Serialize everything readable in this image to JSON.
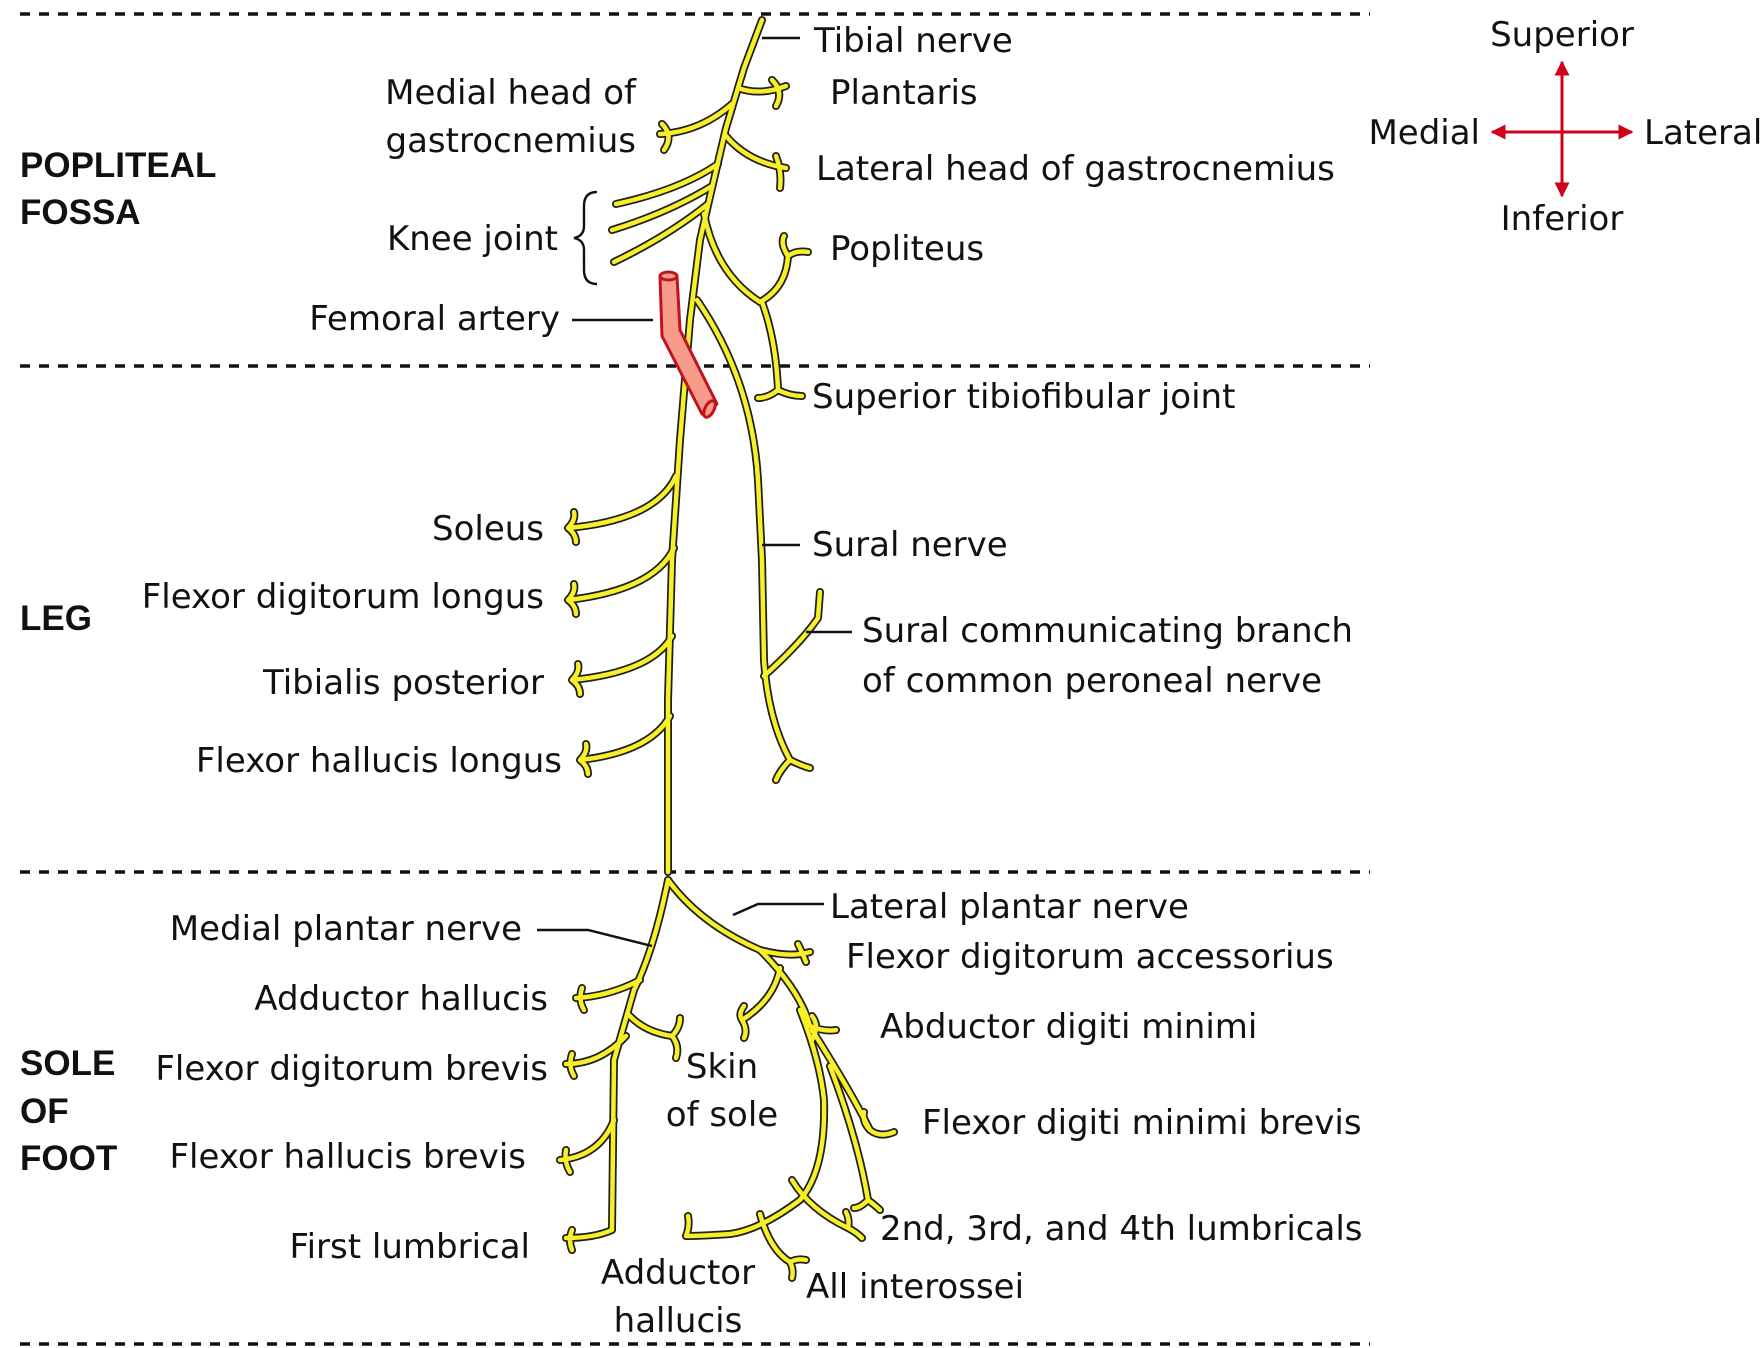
{
  "colors": {
    "nerve": "#f7ef27",
    "nerve_outline": "#1f1f1f",
    "artery": "#f79c8a",
    "artery_outline": "#c1121f",
    "compass": "#d0021b"
  },
  "sections": {
    "popliteal_1": "POPLITEAL",
    "popliteal_2": "FOSSA",
    "leg": "LEG",
    "sole_1": "SOLE",
    "sole_2": "OF",
    "sole_3": "FOOT"
  },
  "compass": {
    "superior": "Superior",
    "inferior": "Inferior",
    "medial": "Medial",
    "lateral": "Lateral"
  },
  "labels": {
    "tibial_nerve": "Tibial nerve",
    "plantaris": "Plantaris",
    "medial_head_1": "Medial head of",
    "medial_head_2": "gastrocnemius",
    "lateral_head": "Lateral head of gastrocnemius",
    "knee_joint": "Knee joint",
    "popliteus": "Popliteus",
    "femoral_artery": "Femoral artery",
    "superior_tibiofibular": "Superior tibiofibular joint",
    "soleus": "Soleus",
    "sural_nerve": "Sural nerve",
    "fdl": "Flexor digitorum longus",
    "sural_comm_1": "Sural communicating branch",
    "sural_comm_2": "of common peroneal nerve",
    "tibialis_posterior": "Tibialis posterior",
    "fhl": "Flexor hallucis longus",
    "lateral_plantar": "Lateral plantar nerve",
    "medial_plantar": "Medial plantar nerve",
    "fda": "Flexor digitorum accessorius",
    "adductor_hallucis_upper": "Adductor hallucis",
    "abductor_dm": "Abductor digiti minimi",
    "skin_1": "Skin",
    "skin_2": "of sole",
    "fdb": "Flexor digitorum brevis",
    "fdmb": "Flexor digiti minimi brevis",
    "fhb": "Flexor hallucis brevis",
    "lumbricals_234": "2nd, 3rd, and 4th lumbricals",
    "first_lumbrical": "First lumbrical",
    "adductor_hallucis_lower_1": "Adductor",
    "adductor_hallucis_lower_2": "hallucis",
    "all_interossei": "All interossei"
  }
}
